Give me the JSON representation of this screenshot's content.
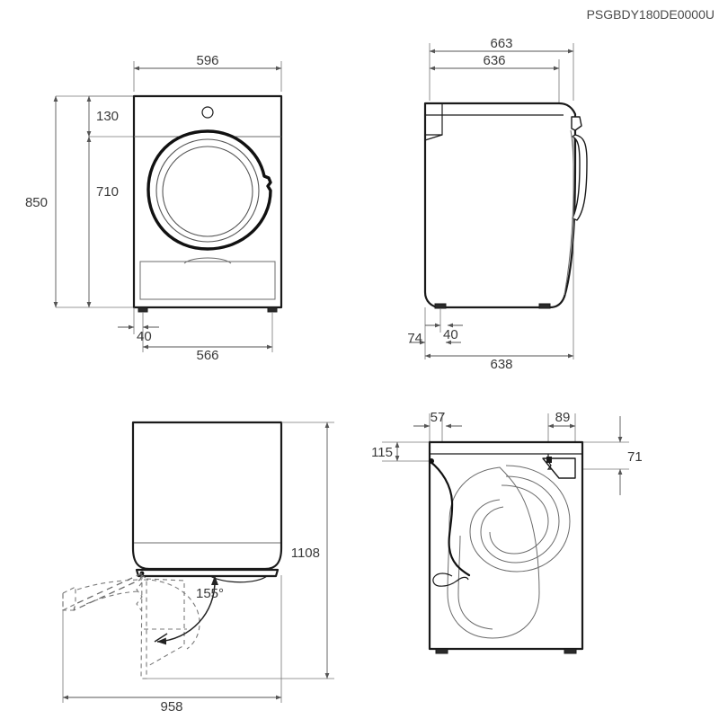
{
  "document": {
    "reference_code": "PSGBDY180DE0000U",
    "drawing_type": "appliance-dimension-drawing",
    "units": "mm",
    "line_color": "#1a1a1a",
    "dimension_color": "#555555",
    "text_color": "#3a3a3a"
  },
  "views": {
    "front": {
      "name": "front-view",
      "dimensions": {
        "overall_width": "596",
        "control_panel_height": "130",
        "door_center_height": "710",
        "overall_height": "850",
        "foot_inset": "40",
        "foot_span": "566"
      }
    },
    "side": {
      "name": "side-view",
      "dimensions": {
        "overall_depth_with_handle": "663",
        "depth_to_door": "636",
        "foot_inset": "40",
        "rear_offset": "74",
        "body_depth": "638"
      }
    },
    "top": {
      "name": "top-view-door-swing",
      "dimensions": {
        "door_open_angle": "155°",
        "depth_with_door_open": "1108",
        "width_with_door_open": "958"
      }
    },
    "rear": {
      "name": "rear-view",
      "dimensions": {
        "cord_inset_left": "57",
        "valve_width": "89",
        "cord_drop_height": "115",
        "valve_drop_height": "71"
      }
    }
  },
  "dimension_labels": [
    {
      "id": "front-width",
      "value": "596"
    },
    {
      "id": "front-panel-height",
      "value": "130"
    },
    {
      "id": "front-door-height",
      "value": "710"
    },
    {
      "id": "front-total-height",
      "value": "850"
    },
    {
      "id": "front-foot-inset",
      "value": "40"
    },
    {
      "id": "front-foot-span",
      "value": "566"
    },
    {
      "id": "side-depth-max",
      "value": "663"
    },
    {
      "id": "side-depth-door",
      "value": "636"
    },
    {
      "id": "side-foot-inset",
      "value": "40"
    },
    {
      "id": "side-rear-offset",
      "value": "74"
    },
    {
      "id": "side-body-depth",
      "value": "638"
    },
    {
      "id": "top-swing-angle",
      "value": "155°"
    },
    {
      "id": "top-open-depth",
      "value": "1108"
    },
    {
      "id": "top-open-width",
      "value": "958"
    },
    {
      "id": "rear-cord-inset",
      "value": "57"
    },
    {
      "id": "rear-valve-width",
      "value": "89"
    },
    {
      "id": "rear-cord-height",
      "value": "115"
    },
    {
      "id": "rear-valve-height",
      "value": "71"
    }
  ]
}
